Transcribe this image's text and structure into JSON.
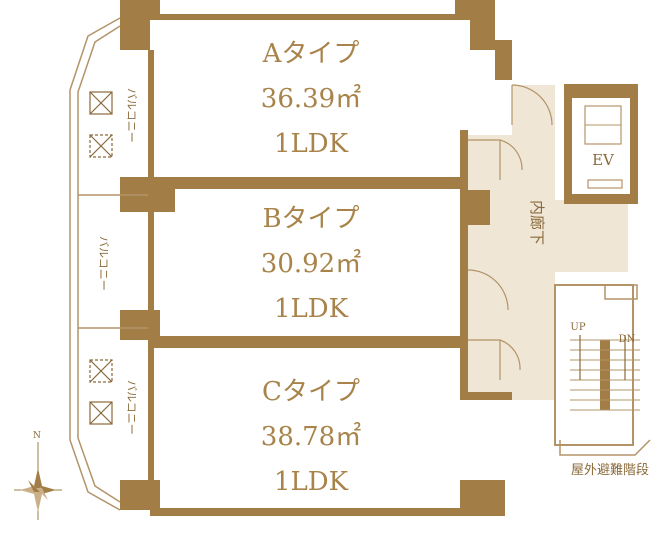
{
  "units": [
    {
      "name": "Aタイプ",
      "area": "36.39㎡",
      "layout": "1LDK"
    },
    {
      "name": "Bタイプ",
      "area": "30.92㎡",
      "layout": "1LDK"
    },
    {
      "name": "Cタイプ",
      "area": "38.78㎡",
      "layout": "1LDK"
    }
  ],
  "balconies": [
    "バルコニー",
    "バルコニー",
    "バルコニー"
  ],
  "corridor_label": "内廊下",
  "elevator_label": "EV",
  "stairs": {
    "up": "UP",
    "down": "DN",
    "label": "屋外避難階段"
  },
  "compass_label": "N",
  "colors": {
    "wall": "#a27d46",
    "text": "#a8834a",
    "corridor": "#efe6d6",
    "line": "#b39468"
  }
}
